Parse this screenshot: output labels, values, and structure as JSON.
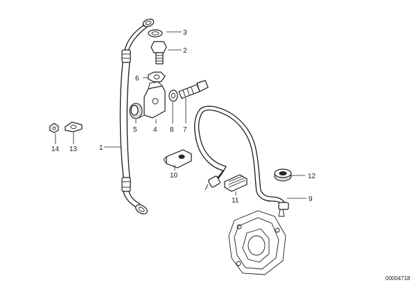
{
  "callouts": {
    "c1": "1",
    "c2": "2",
    "c3": "3",
    "c4": "4",
    "c5": "5",
    "c6": "6",
    "c7": "7",
    "c8": "8",
    "c9": "9",
    "c10": "10",
    "c11": "11",
    "c12": "12",
    "c13": "13",
    "c14": "14"
  },
  "diagram_code": "00004718"
}
